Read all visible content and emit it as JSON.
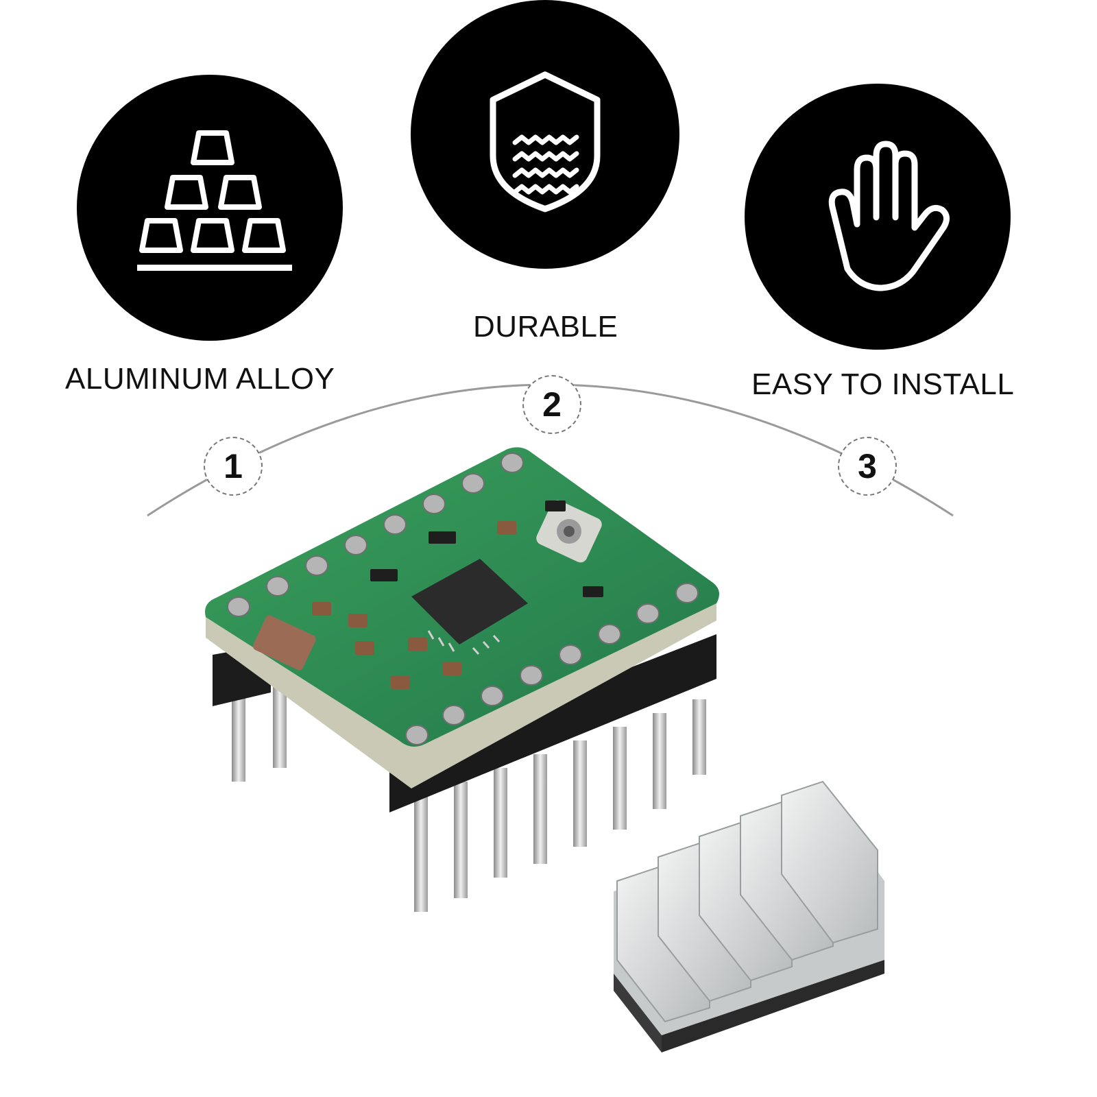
{
  "features": [
    {
      "step": "1",
      "label": "ALUMINUM ALLOY",
      "icon": "gold-bars-icon"
    },
    {
      "step": "2",
      "label": "DURABLE",
      "icon": "shield-waves-icon"
    },
    {
      "step": "3",
      "label": "EASY TO INSTALL",
      "icon": "hand-icon"
    }
  ],
  "colors": {
    "circle": "#000000",
    "icon_stroke": "#ffffff",
    "pcb_green": "#2f8f4e",
    "heatsink": "#d9dcdd"
  }
}
